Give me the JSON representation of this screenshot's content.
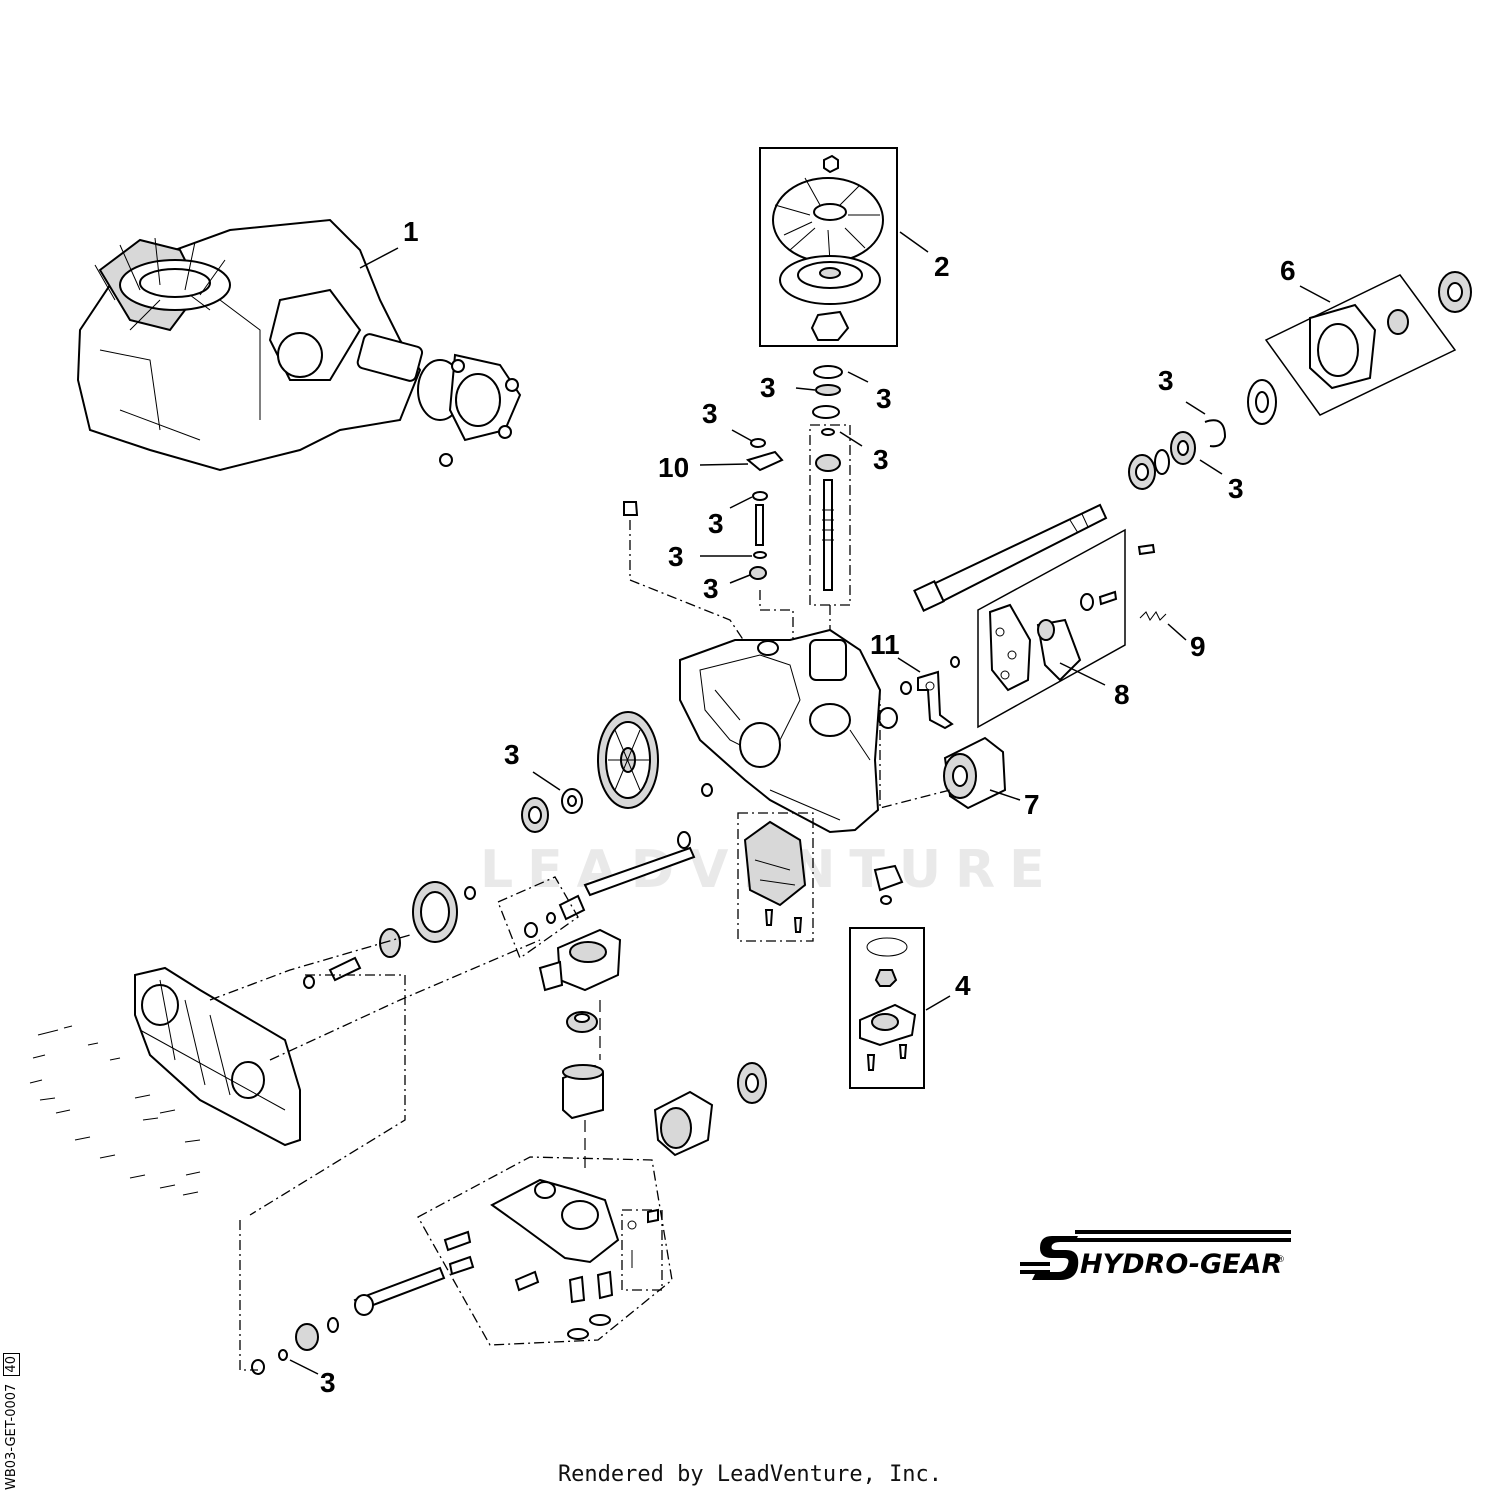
{
  "diagram": {
    "title": "",
    "callouts": [
      "1",
      "2",
      "3",
      "4",
      "6",
      "7",
      "8",
      "9",
      "10",
      "11"
    ],
    "part_numbers": {
      "n1": "1",
      "n2": "2",
      "n3": "3",
      "n4": "4",
      "n6": "6",
      "n7": "7",
      "n8": "8",
      "n9": "9",
      "n10": "10",
      "n11": "11"
    }
  },
  "brand": {
    "logo_text": "HYDRO-GEAR",
    "registered": "®"
  },
  "watermark": "LEADVENTURE",
  "footer": {
    "credit": "Rendered by LeadVenture, Inc."
  },
  "doc_id": {
    "code": "WB03-GET-0007",
    "rev": "40"
  }
}
